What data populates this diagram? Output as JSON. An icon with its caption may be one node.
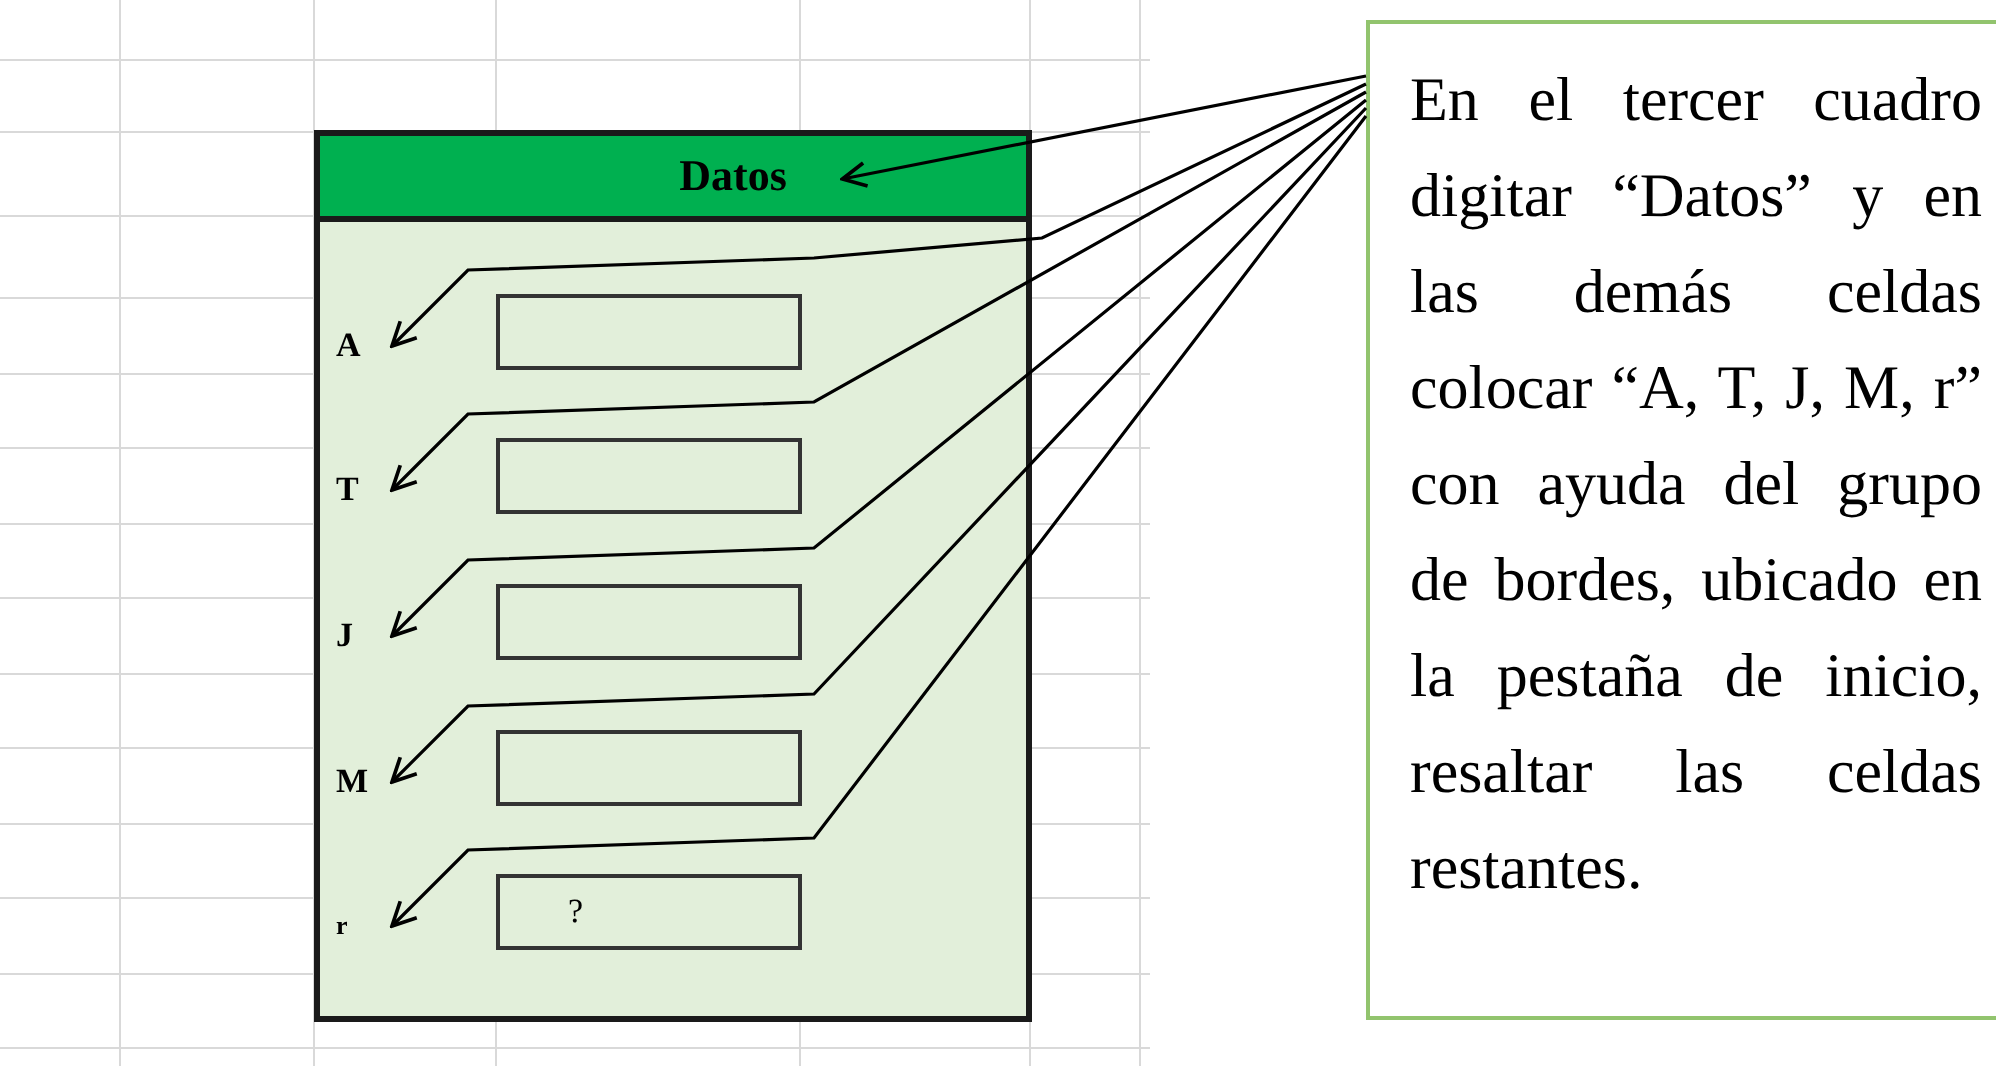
{
  "diagram": {
    "nodes": [
      {
        "text": [],
        "shape": "box"
      },
      {
        "text": [
          "Datos"
        ],
        "in": 0
      },
      {
        "text": [
          "A"
        ],
        "in": 0
      },
      {
        "text": [
          "T"
        ],
        "in": 0
      },
      {
        "text": [
          "J"
        ],
        "in": 0
      },
      {
        "text": [
          "M"
        ],
        "in": 0
      },
      {
        "text": [
          "r"
        ],
        "in": 0
      },
      {
        "text": [],
        "shape": "box",
        "in": 0
      },
      {
        "text": [],
        "shape": "box",
        "in": 0
      },
      {
        "text": [],
        "shape": "box",
        "in": 0
      },
      {
        "text": [],
        "shape": "box",
        "in": 0
      },
      {
        "text": [
          "?"
        ],
        "in": 0
      },
      {
        "text": [
          "En el tercer cuadro digitar “Datos” y en las demás celdas colocar “A, T, J, M, r” con ayuda del grupo de bordes, ubicado en la pestaña de inicio, resaltar las celdas restantes."
        ]
      }
    ],
    "edges": [
      {
        "from": 12,
        "to": 1,
        "arrow": "to"
      },
      {
        "from": 12,
        "to": 2,
        "arrow": "to"
      },
      {
        "from": 12,
        "to": 3,
        "arrow": "to"
      },
      {
        "from": 12,
        "to": 4,
        "arrow": "to"
      },
      {
        "from": 12,
        "to": 5,
        "arrow": "to"
      },
      {
        "from": 12,
        "to": 6,
        "arrow": "to"
      }
    ]
  }
}
